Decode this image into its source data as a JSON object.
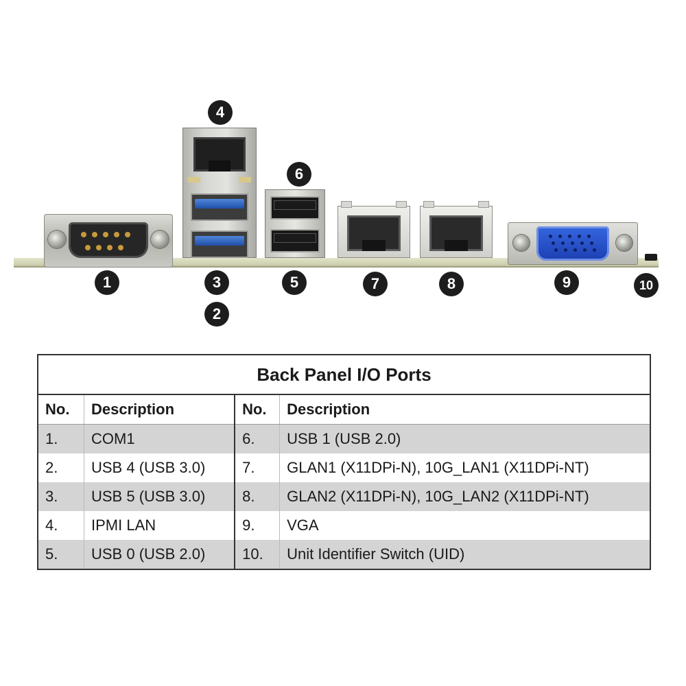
{
  "markers": [
    "1",
    "2",
    "3",
    "4",
    "5",
    "6",
    "7",
    "8",
    "9",
    "10"
  ],
  "table": {
    "title": "Back Panel I/O Ports",
    "headers": {
      "no": "No.",
      "description": "Description"
    },
    "rows": [
      {
        "left": {
          "no": "1.",
          "desc": "COM1"
        },
        "right": {
          "no": "6.",
          "desc": "USB 1 (USB 2.0)"
        }
      },
      {
        "left": {
          "no": "2.",
          "desc": "USB 4 (USB 3.0)"
        },
        "right": {
          "no": "7.",
          "desc": "GLAN1 (X11DPi-N), 10G_LAN1 (X11DPi-NT)"
        }
      },
      {
        "left": {
          "no": "3.",
          "desc": "USB 5 (USB 3.0)"
        },
        "right": {
          "no": "8.",
          "desc": "GLAN2 (X11DPi-N), 10G_LAN2 (X11DPi-NT)"
        }
      },
      {
        "left": {
          "no": "4.",
          "desc": "IPMI LAN"
        },
        "right": {
          "no": "9.",
          "desc": "VGA"
        }
      },
      {
        "left": {
          "no": "5.",
          "desc": "USB 0 (USB 2.0)"
        },
        "right": {
          "no": "10.",
          "desc": "Unit Identifier Switch (UID)"
        }
      }
    ]
  },
  "colors": {
    "shade": "#d4d4d4",
    "usb3_blue": "#2f64c9",
    "vga_blue": "#2a55cf",
    "marker": "#1d1d1d"
  }
}
